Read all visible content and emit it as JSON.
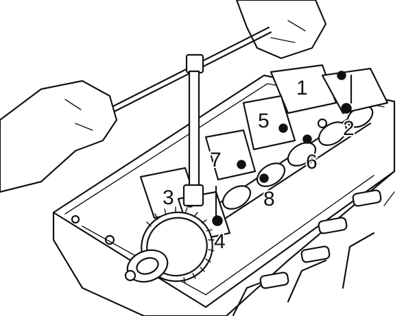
{
  "figure": {
    "callouts": [
      {
        "id": "c1",
        "text": "1"
      },
      {
        "id": "c2",
        "text": "2"
      },
      {
        "id": "c3",
        "text": "3"
      },
      {
        "id": "c4",
        "text": "4"
      },
      {
        "id": "c5",
        "text": "5"
      },
      {
        "id": "c6",
        "text": "6"
      },
      {
        "id": "c7",
        "text": "7"
      },
      {
        "id": "c8",
        "text": "8"
      }
    ],
    "colors": {
      "ink": "#111111",
      "paper": "#ffffff"
    }
  }
}
